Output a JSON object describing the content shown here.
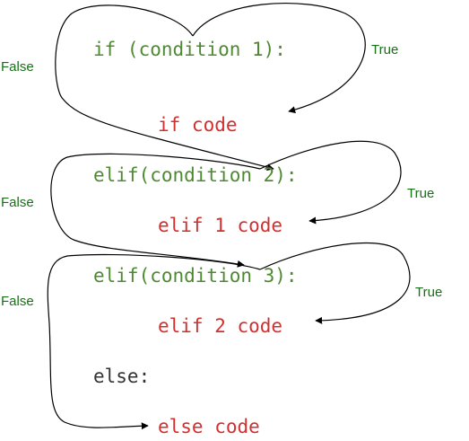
{
  "code_lines": {
    "if_condition": "if (condition 1):",
    "if_code": "if code",
    "elif1_condition": "elif(condition 2):",
    "elif1_code": "elif 1 code",
    "elif2_condition": "elif(condition 3):",
    "elif2_code": "elif 2 code",
    "else_keyword": "else:",
    "else_code": "else code"
  },
  "branch_labels": {
    "false_1": "False",
    "true_1": "True",
    "false_2": "False",
    "true_2": "True",
    "false_3": "False",
    "true_3": "True"
  },
  "colors": {
    "condition_text": "#4f8a32",
    "code_text": "#d32f2f",
    "else_text": "#333333",
    "branch_label": "#1a6e1a",
    "arrow": "#000000"
  }
}
